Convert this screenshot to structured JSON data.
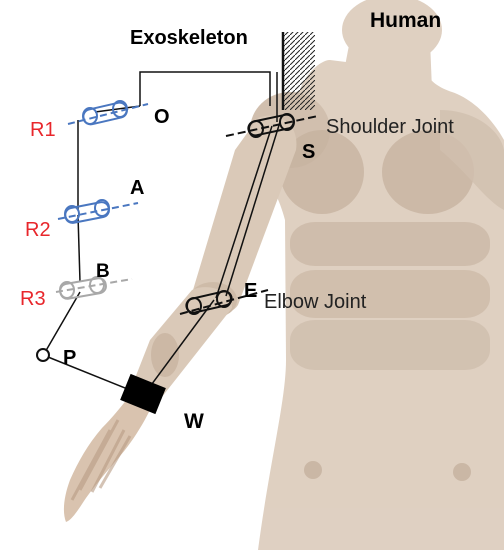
{
  "labels": {
    "human": "Human",
    "exoskeleton": "Exoskeleton",
    "r1": "R1",
    "r2": "R2",
    "r3": "R3",
    "o": "O",
    "a": "A",
    "b": "B",
    "p": "P",
    "s": "S",
    "e": "E",
    "w": "W",
    "shoulder_joint": "Shoulder Joint",
    "elbow_joint": "Elbow Joint"
  },
  "colors": {
    "body_fill": "#d8c6b4",
    "body_shade": "#b9a089",
    "link_line": "#111111",
    "revolute_blue": "#4a77c0",
    "revolute_gray": "#a8a8a8",
    "label_red": "#e8262b",
    "cuff": "#000000"
  }
}
